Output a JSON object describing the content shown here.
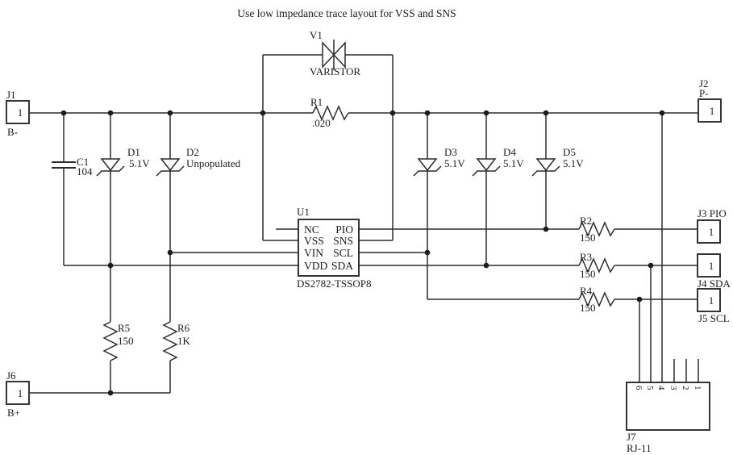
{
  "note": "Use low impedance trace layout for VSS and SNS",
  "ink_color": "#1c1c1c",
  "ic_u1": {
    "ref": "U1",
    "part": "DS2782-TSSOP8",
    "left_pins": [
      "NC",
      "VSS",
      "VIN",
      "VDD"
    ],
    "right_pins": [
      "PIO",
      "SNS",
      "SCL",
      "SDA"
    ]
  },
  "components": {
    "v1": {
      "ref": "V1",
      "value": "VARISTOR"
    },
    "r1": {
      "ref": "R1",
      "value": ".020"
    },
    "r2": {
      "ref": "R2",
      "value": "150"
    },
    "r3": {
      "ref": "R3",
      "value": "150"
    },
    "r4": {
      "ref": "R4",
      "value": "150"
    },
    "r5": {
      "ref": "R5",
      "value": "150"
    },
    "r6": {
      "ref": "R6",
      "value": "1K"
    },
    "c1": {
      "ref": "C1",
      "value": "104"
    },
    "d1": {
      "ref": "D1",
      "value": "5.1V"
    },
    "d2": {
      "ref": "D2",
      "value": "Unpopulated"
    },
    "d3": {
      "ref": "D3",
      "value": "5.1V"
    },
    "d4": {
      "ref": "D4",
      "value": "5.1V"
    },
    "d5": {
      "ref": "D5",
      "value": "5.1V"
    }
  },
  "connectors": {
    "j1": {
      "ref": "J1",
      "net": "B-",
      "pin": "1"
    },
    "j2": {
      "ref": "J2",
      "net": "P-",
      "pin": "1"
    },
    "j3": {
      "ref": "J3 PIO",
      "pin": "1"
    },
    "j4": {
      "ref": "J4 SDA",
      "pin": "1"
    },
    "j5": {
      "ref": "J5 SCL",
      "pin": "1"
    },
    "j6": {
      "ref": "J6",
      "net": "B+",
      "pin": "1"
    },
    "j7": {
      "ref": "J7",
      "part": "RJ-11",
      "pins": [
        "6",
        "5",
        "4",
        "3",
        "2",
        "1"
      ]
    }
  }
}
